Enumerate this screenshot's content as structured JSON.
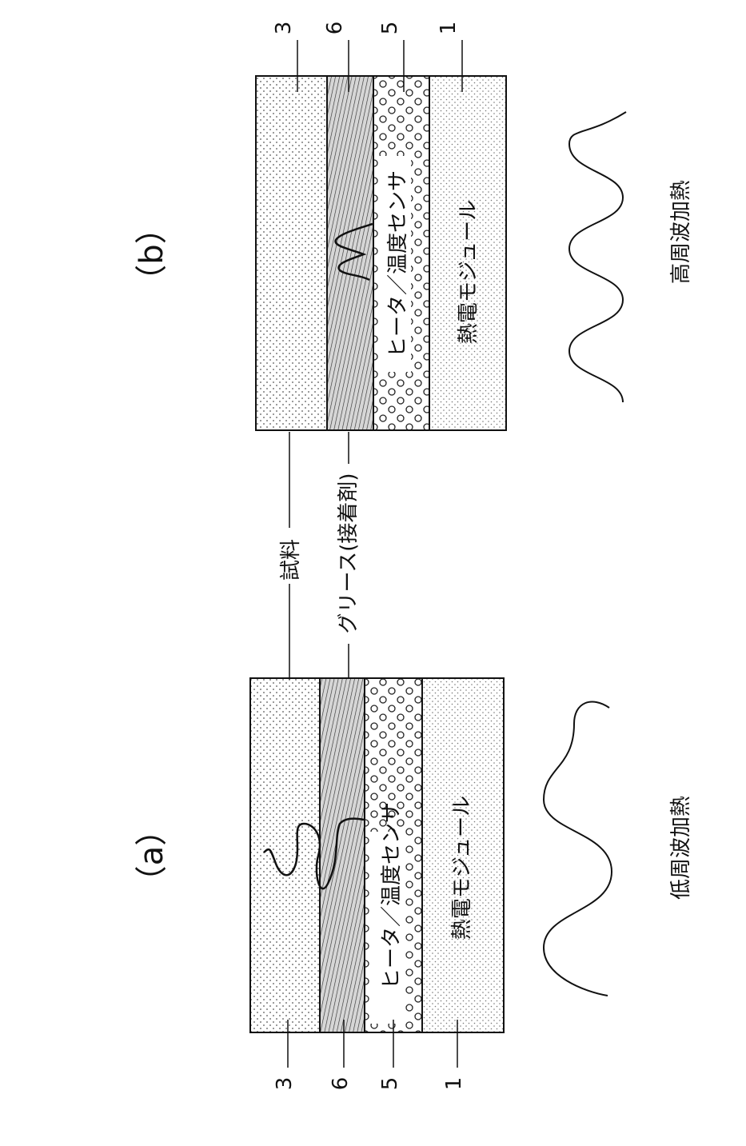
{
  "panels": {
    "a": {
      "label": "（a）",
      "heating_label": "低周波加熱"
    },
    "b": {
      "label": "（b）",
      "heating_label": "高周波加熱"
    }
  },
  "layers": {
    "thermoelectric_module": "熱電モジュール",
    "heater_sensor": "ヒータ／温度センサ"
  },
  "callouts": {
    "sample": "試料",
    "grease": "グリース(接着剤)"
  },
  "ref_numbers": {
    "sample": "3",
    "grease": "6",
    "heater": "5",
    "module": "1"
  },
  "colors": {
    "ink": "#111111",
    "dot": "#555555",
    "paper": "#ffffff"
  }
}
